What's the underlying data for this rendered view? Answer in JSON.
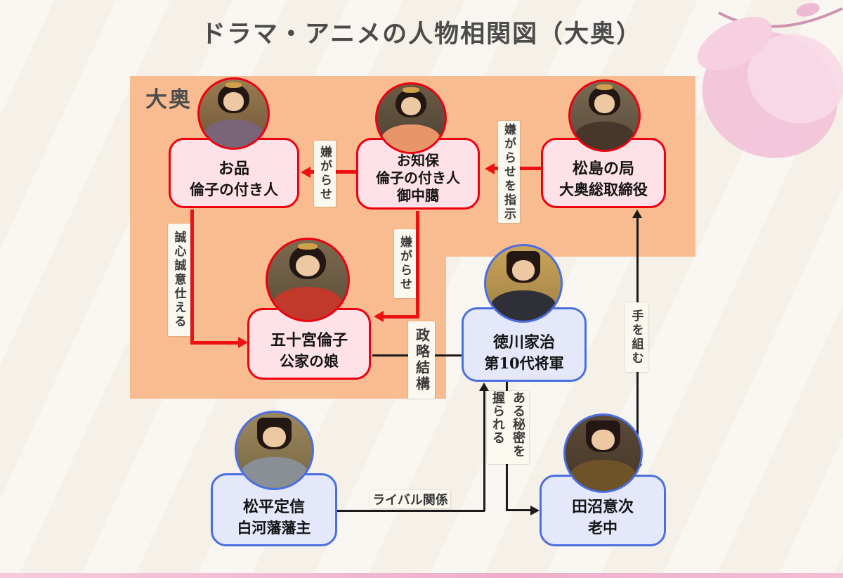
{
  "title": "ドラマ・アニメの人物相関図（大奥）",
  "group": {
    "label": "大奥"
  },
  "nodes": [
    {
      "name": "お品",
      "role": "倫子の付き人"
    },
    {
      "name": "お知保",
      "role": "倫子の付き人",
      "role2": "御中臈"
    },
    {
      "name": "松島の局",
      "role": "大奥総取締役"
    },
    {
      "name": "五十宮倫子",
      "role": "公家の娘"
    },
    {
      "name": "徳川家治",
      "role": "第10代将軍"
    },
    {
      "name": "松平定信",
      "role": "白河藩藩主"
    },
    {
      "name": "田沼意次",
      "role": "老中"
    }
  ],
  "edges": [
    {
      "label": "嫌がらせ",
      "from": "お知保",
      "to": "お品",
      "style": "red"
    },
    {
      "label": "嫌がらせを指示",
      "from": "松島の局",
      "to": "お知保",
      "style": "red"
    },
    {
      "label": "嫌がらせ",
      "from": "お知保",
      "to": "五十宮倫子",
      "style": "red"
    },
    {
      "label": "誠心誠意仕える",
      "from": "お品",
      "to": "五十宮倫子",
      "style": "red"
    },
    {
      "label": "政略結構",
      "from": "五十宮倫子",
      "to": "徳川家治",
      "style": "black"
    },
    {
      "label": "ライバル関係",
      "from": "松平定信",
      "to": "徳川家治",
      "style": "black"
    },
    {
      "label": "ある秘密を握られる",
      "from": "徳川家治",
      "to": "田沼意次",
      "style": "black"
    },
    {
      "label": "手を組む",
      "from": "松島の局",
      "to": "田沼意次",
      "style": "black-double"
    }
  ],
  "colors": {
    "background": "#f7f3ec",
    "ooku_region": "#f8bc90",
    "pink_node_bg": "#ffe1e8",
    "pink_node_border": "#ed0010",
    "blue_node_bg": "#e5e8fa",
    "blue_node_border": "#4a6fe0",
    "red_arrow": "#ee1111",
    "black_line": "#1b1b1b",
    "accent_flower": "#f2c3d9"
  }
}
